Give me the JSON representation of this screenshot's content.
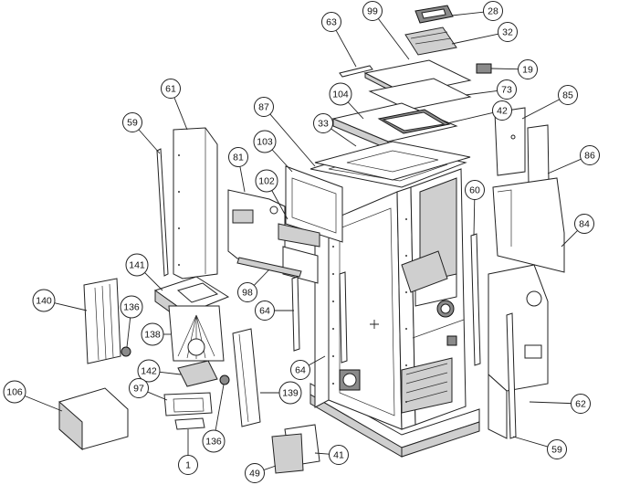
{
  "callouts": [
    {
      "id": "c28",
      "label": "28"
    },
    {
      "id": "c99",
      "label": "99"
    },
    {
      "id": "c63",
      "label": "63"
    },
    {
      "id": "c32",
      "label": "32"
    },
    {
      "id": "c19",
      "label": "19"
    },
    {
      "id": "c73",
      "label": "73"
    },
    {
      "id": "c61",
      "label": "61"
    },
    {
      "id": "c104",
      "label": "104"
    },
    {
      "id": "c85",
      "label": "85"
    },
    {
      "id": "c42",
      "label": "42"
    },
    {
      "id": "c59a",
      "label": "59"
    },
    {
      "id": "c87",
      "label": "87"
    },
    {
      "id": "c33",
      "label": "33"
    },
    {
      "id": "c86",
      "label": "86"
    },
    {
      "id": "c103",
      "label": "103"
    },
    {
      "id": "c81",
      "label": "81"
    },
    {
      "id": "c102",
      "label": "102"
    },
    {
      "id": "c60",
      "label": "60"
    },
    {
      "id": "c84",
      "label": "84"
    },
    {
      "id": "c141",
      "label": "141"
    },
    {
      "id": "c98",
      "label": "98"
    },
    {
      "id": "c140",
      "label": "140"
    },
    {
      "id": "c64a",
      "label": "64"
    },
    {
      "id": "c136a",
      "label": "136"
    },
    {
      "id": "c138",
      "label": "138"
    },
    {
      "id": "c142",
      "label": "142"
    },
    {
      "id": "c64b",
      "label": "64"
    },
    {
      "id": "c106",
      "label": "106"
    },
    {
      "id": "c97",
      "label": "97"
    },
    {
      "id": "c139",
      "label": "139"
    },
    {
      "id": "c62",
      "label": "62"
    },
    {
      "id": "c136b",
      "label": "136"
    },
    {
      "id": "c41",
      "label": "41"
    },
    {
      "id": "c59b",
      "label": "59"
    },
    {
      "id": "c1",
      "label": "1"
    },
    {
      "id": "c49",
      "label": "49"
    }
  ]
}
